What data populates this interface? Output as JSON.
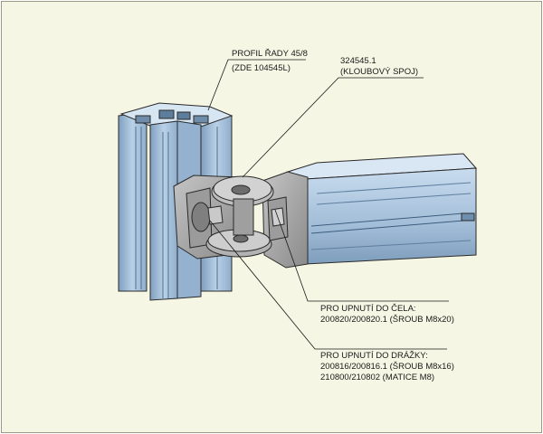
{
  "background_color": "#f6f6e4",
  "profile_color": "#a9c3dc",
  "joint_color": "#a7a7a7",
  "callouts": {
    "profile": {
      "line1": "PROFIL ŘADY 45/8",
      "line2": "(ZDE 104545L)"
    },
    "joint": {
      "line1": "324545.1",
      "line2": "(KLOUBOVÝ SPOJ)"
    },
    "face_mount": {
      "line1": "PRO UPNUTÍ DO ČELA:",
      "line2": "200820/200820.1 (ŠROUB M8x20)"
    },
    "slot_mount": {
      "line1": "PRO UPNUTÍ DO DRÁŽKY:",
      "line2": "200816/200816.1 (ŠROUB M8x16)",
      "line3": "210800/210802 (MATICE M8)"
    }
  }
}
